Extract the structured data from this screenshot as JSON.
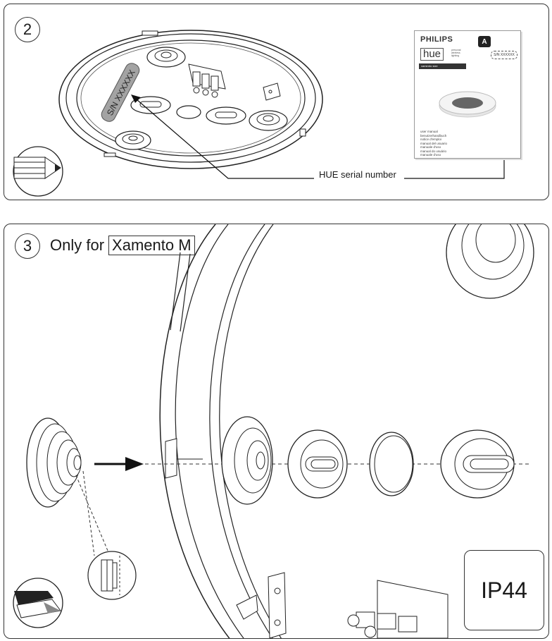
{
  "step2": {
    "number": "2",
    "serial_label": "HUE serial number",
    "gasket_label": "S/N XXXXXX",
    "manual": {
      "brand": "PHILIPS",
      "product": "hue",
      "small_lines": [
        "personal",
        "wireless",
        "lighting"
      ],
      "band": "xamento size",
      "badge": "A",
      "sn_sticker": "S/N XXXXXX",
      "languages": [
        "user manual",
        "benutzerhandbuch",
        "notice d'emploi",
        "manual del usuario",
        "manuale d'uso",
        "manual do usuário",
        "manuale d'uso"
      ]
    }
  },
  "step3": {
    "number": "3",
    "prefix": "Only for",
    "model": "Xamento M",
    "rating": "IP44"
  },
  "colors": {
    "line": "#1a1a1a",
    "gasket_gray": "#9a9a9a",
    "frame": "#333333"
  }
}
